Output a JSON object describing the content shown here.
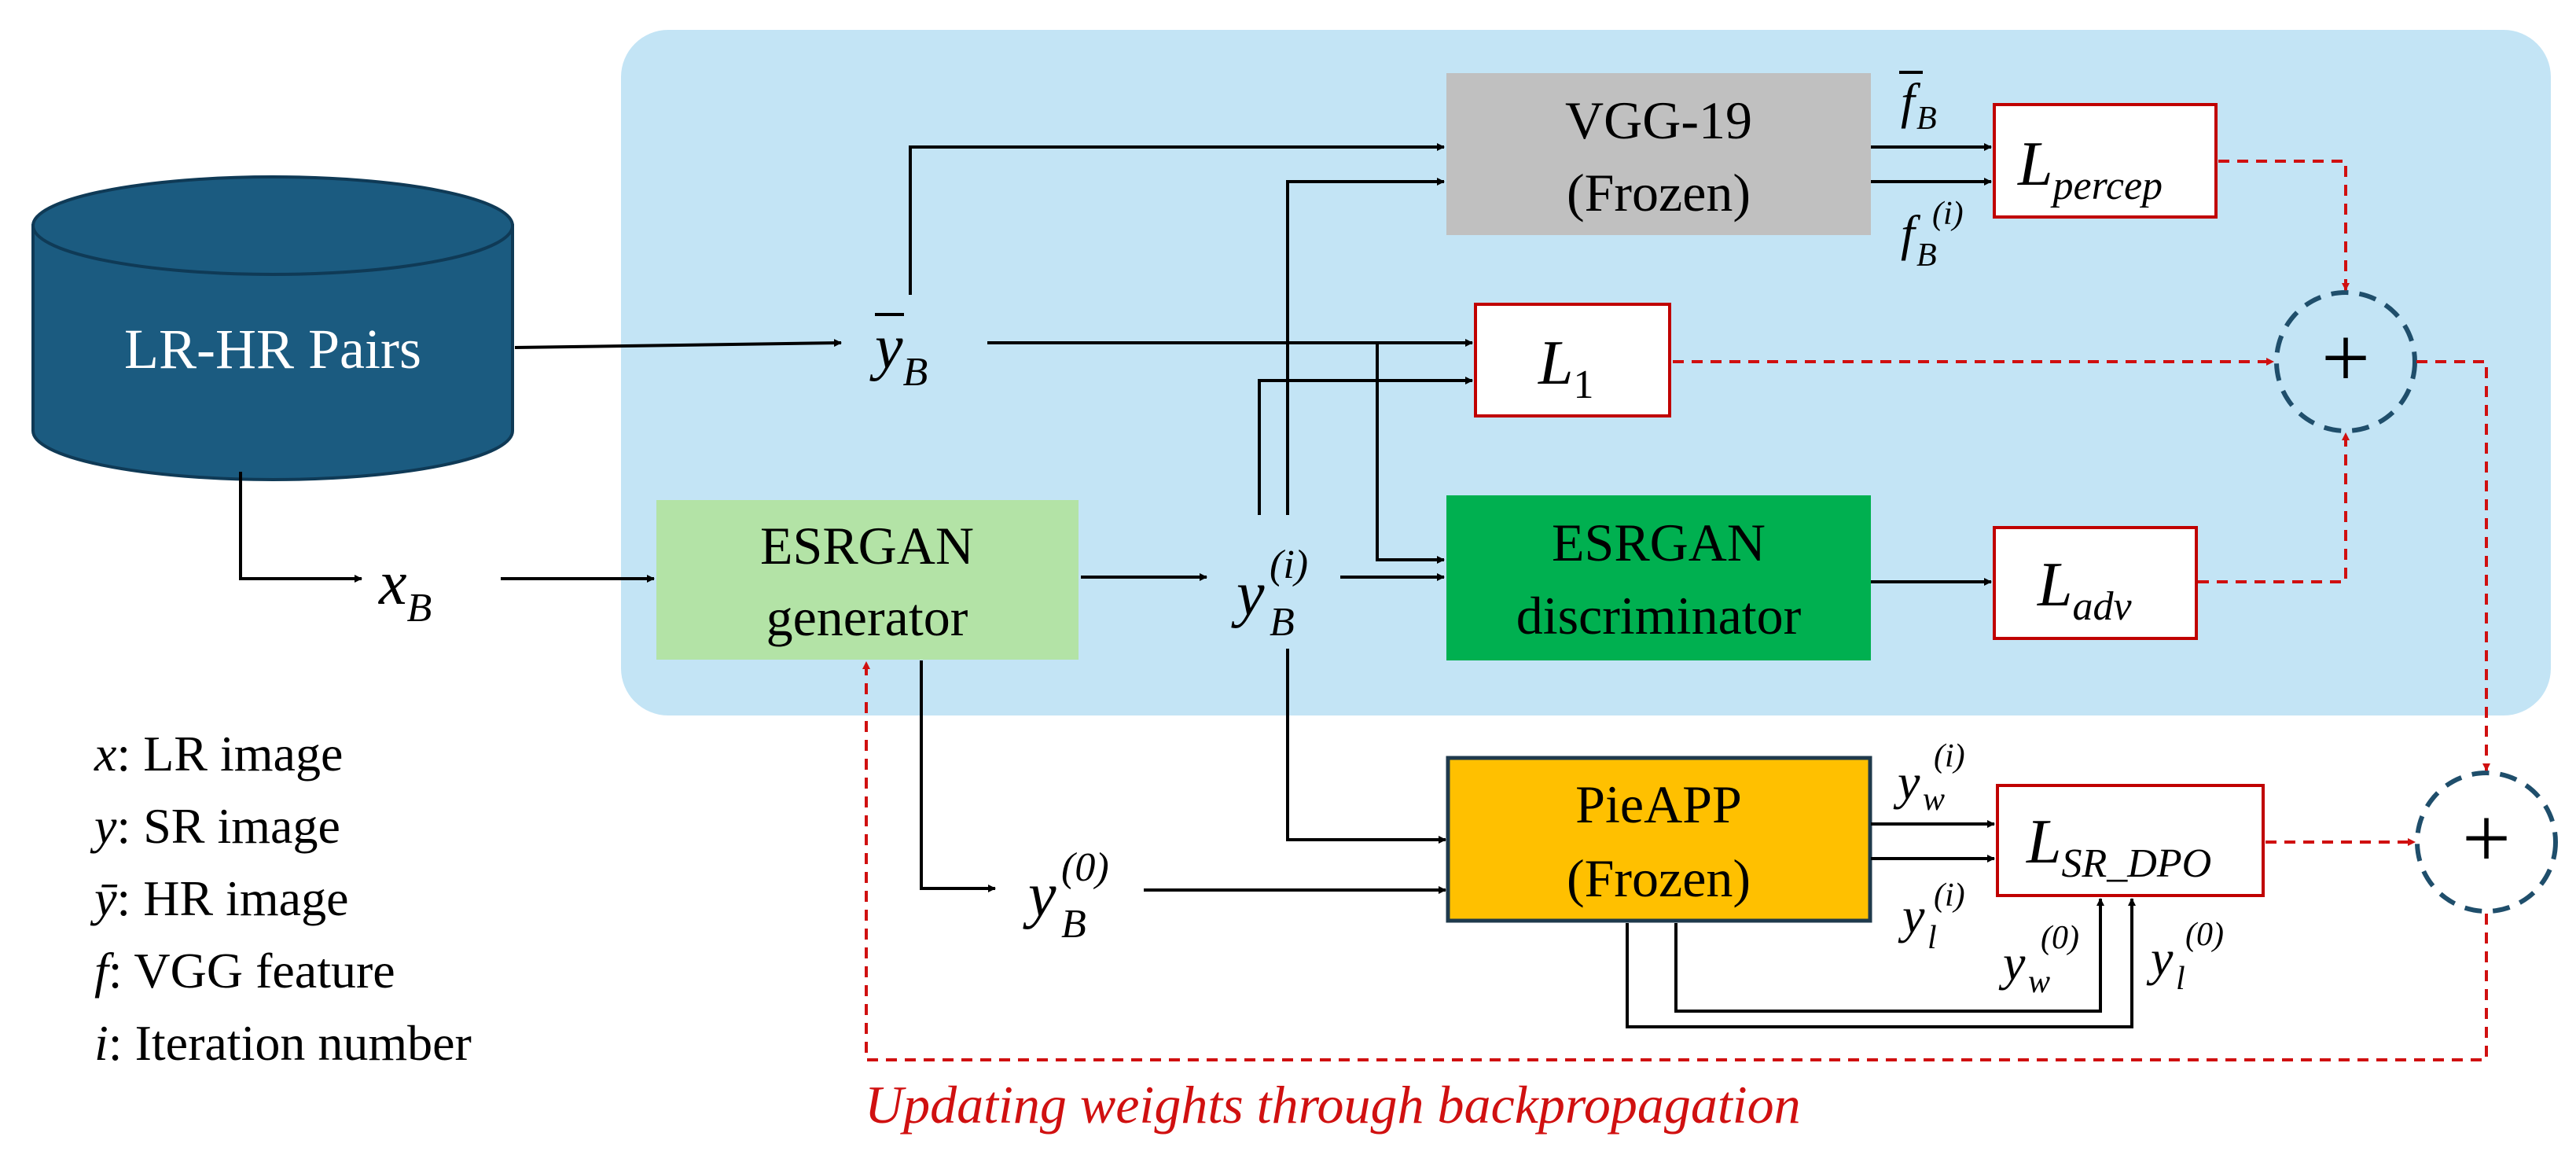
{
  "database": {
    "label": "LR-HR Pairs"
  },
  "blocks": {
    "vgg": {
      "line1": "VGG-19",
      "line2": "(Frozen)"
    },
    "loss_l1": {
      "main": "L",
      "sub": "1"
    },
    "loss_percep": {
      "main": "L",
      "sub": "percep"
    },
    "loss_adv": {
      "main": "L",
      "sub": "adv"
    },
    "loss_sr_dpo": {
      "main": "L",
      "sub": "SR_DPO"
    },
    "generator": {
      "line1": "ESRGAN",
      "line2": "generator"
    },
    "discriminator": {
      "line1": "ESRGAN",
      "line2": "discriminator"
    },
    "pieapp": {
      "line1": "PieAPP",
      "line2": "(Frozen)"
    }
  },
  "symbols": {
    "x_B": {
      "main": "x",
      "sub": "B"
    },
    "ybar_B": {
      "main": "y",
      "sub": "B"
    },
    "y_B_i": {
      "main": "y",
      "sub": "B",
      "sup": "(i)"
    },
    "y_B_0": {
      "main": "y",
      "sub": "B",
      "sup": "(0)"
    },
    "fbar_B": {
      "main": "f",
      "sub": "B"
    },
    "f_B_i": {
      "main": "f",
      "sub": "B",
      "sup": "(i)"
    },
    "y_w_i": {
      "main": "y",
      "sub": "w",
      "sup": "(i)"
    },
    "y_l_i": {
      "main": "y",
      "sub": "l",
      "sup": "(i)"
    },
    "y_w_0": {
      "main": "y",
      "sub": "w",
      "sup": "(0)"
    },
    "y_l_0": {
      "main": "y",
      "sub": "l",
      "sup": "(0)"
    },
    "plus": "+"
  },
  "legend": [
    {
      "sym": "x",
      "text": ": LR image"
    },
    {
      "sym": "y",
      "text": ": SR image"
    },
    {
      "sym": "ȳ",
      "text": ": HR image"
    },
    {
      "sym": "f",
      "text": ": VGG feature"
    },
    {
      "sym": "i",
      "text": ": Iteration number"
    }
  ],
  "caption": "Updating weights through backpropagation",
  "colors": {
    "panel": "#c3e4f5",
    "database": "#1b5b80",
    "vgg": "#c0c0c0",
    "generator": "#b3e3a6",
    "discriminator": "#00b050",
    "pieapp": "#ffc000",
    "loss_border": "#c00000",
    "backprop": "#d01010",
    "sum_node": "#1f4e6b"
  }
}
